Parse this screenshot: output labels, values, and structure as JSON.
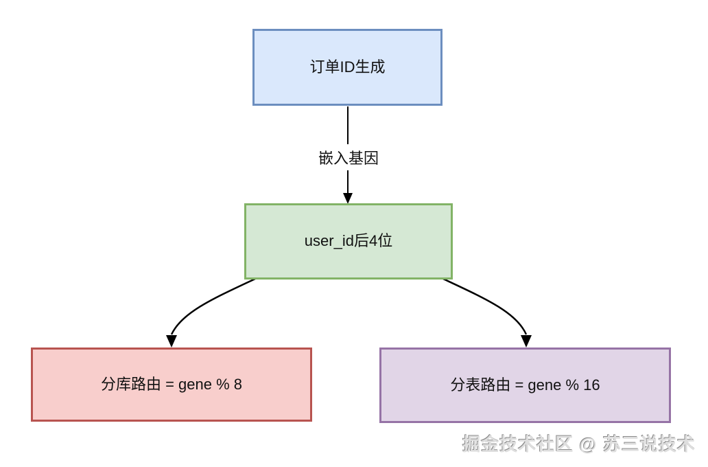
{
  "diagram": {
    "background_color": "#ffffff",
    "arrow_color": "#000000",
    "nodes": [
      {
        "id": "order-id-generation",
        "label": "订单ID生成",
        "fill": "#dae8fc",
        "border": "#6c8ebf"
      },
      {
        "id": "user-id-last4",
        "label": "user_id后4位",
        "fill": "#d5e8d4",
        "border": "#82b366"
      },
      {
        "id": "db-shard-route",
        "label": "分库路由 = gene % 8",
        "fill": "#f8cecc",
        "border": "#b85450"
      },
      {
        "id": "table-shard-route",
        "label": "分表路由 = gene % 16",
        "fill": "#e1d5e7",
        "border": "#9673a6"
      }
    ],
    "edges": [
      {
        "from": "order-id-generation",
        "to": "user-id-last4",
        "label": "嵌入基因"
      },
      {
        "from": "user-id-last4",
        "to": "db-shard-route",
        "label": ""
      },
      {
        "from": "user-id-last4",
        "to": "table-shard-route",
        "label": ""
      }
    ],
    "watermark": "掘金技术社区 @ 苏三说技术"
  }
}
